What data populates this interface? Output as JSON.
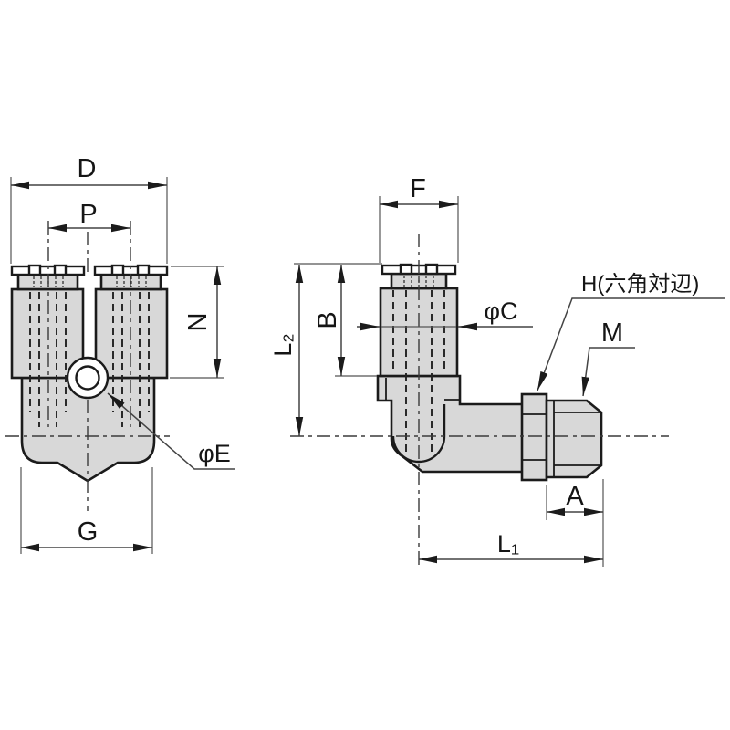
{
  "drawing": {
    "kind": "pneumatic-fitting-dimension-drawing",
    "views": {
      "front": "front-view-twin-port",
      "side": "side-view-elbow-thread"
    }
  },
  "labels": {
    "d": "D",
    "p": "P",
    "n": "N",
    "phi_e": "φE",
    "g": "G",
    "f": "F",
    "b": "B",
    "l2": "L₂",
    "phi_c": "φC",
    "h": "H(六角対辺)",
    "m": "M",
    "a": "A",
    "l1": "L₁"
  },
  "colors": {
    "bg": "#ffffff",
    "outline": "#1b1b1b",
    "fill": "#d8d8d8",
    "dim": "#444444",
    "ext": "#555555"
  }
}
